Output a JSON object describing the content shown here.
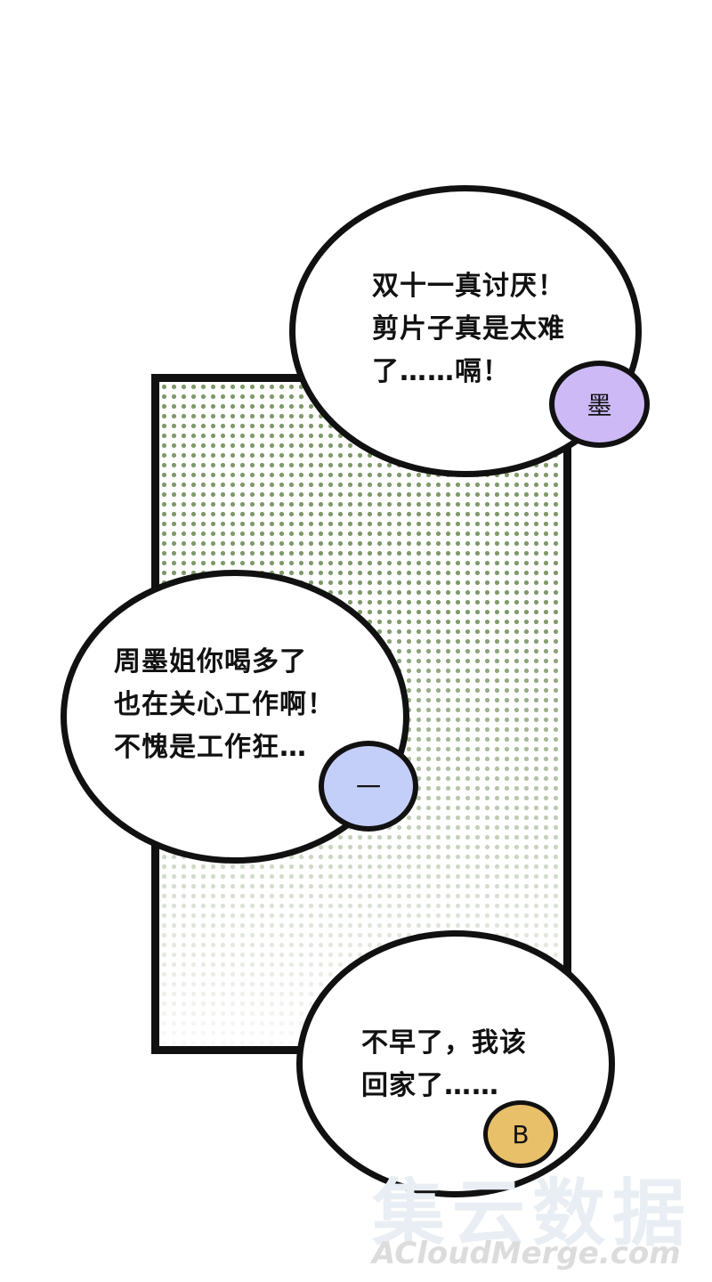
{
  "bubbles": [
    {
      "speaker": "墨",
      "lines": [
        "双十一真讨厌！",
        "剪片子真是太难",
        "了……嗝！"
      ]
    },
    {
      "speaker": "一",
      "lines": [
        "周墨姐你喝多了",
        "也在关心工作啊！",
        "不愧是工作狂…"
      ]
    },
    {
      "speaker": "B",
      "lines": [
        "不早了，我该",
        "回家了……"
      ]
    }
  ],
  "badge_colors": [
    "#ccb9f5",
    "#c4cff9",
    "#e9c06a"
  ],
  "panel_screentone": "#7f9a6a",
  "watermark": {
    "chinese": "集云数据",
    "english": "ACloudMerge.com"
  }
}
